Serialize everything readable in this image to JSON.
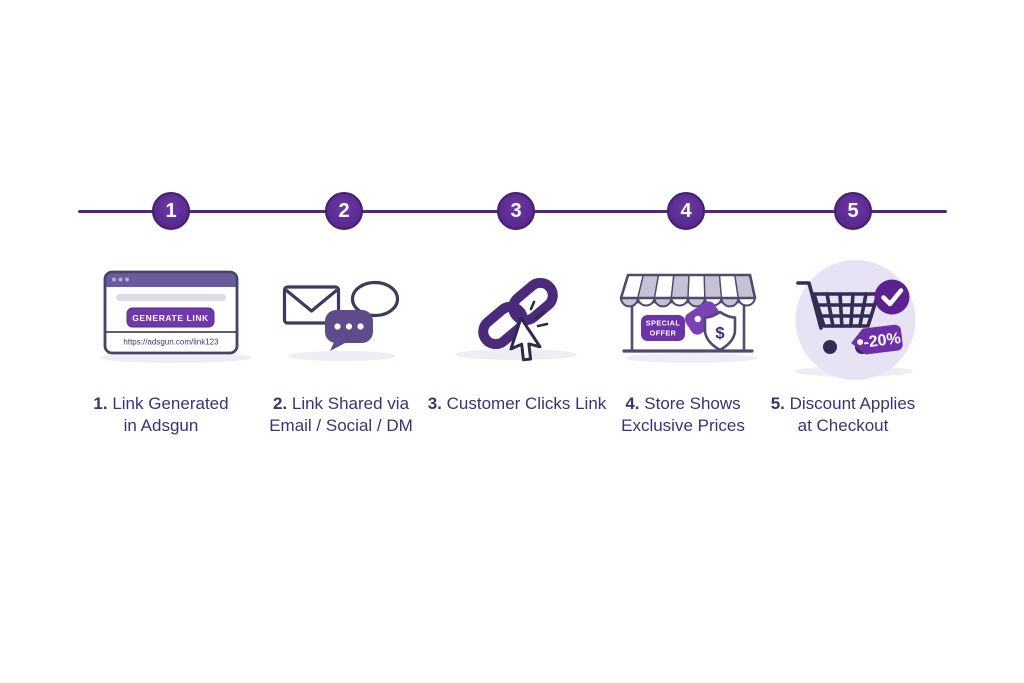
{
  "colors": {
    "background": "#ffffff",
    "timeline_line": "#53277d",
    "circle_fill": "#56288c",
    "circle_number": "#ffffff",
    "label_text": "#3b3276",
    "accent_purple": "#6d32a8",
    "dark_outline": "#3e3a5e",
    "muted_purple": "#5d4b8c",
    "light_lavender": "#e8e3f4",
    "shadow": "#ededf5"
  },
  "steps": [
    {
      "number": "1",
      "num_label": "1.",
      "line1": "Link Generated",
      "line2": "in Adsgun",
      "icon": "browser-generate-link-icon"
    },
    {
      "number": "2",
      "num_label": "2.",
      "line1": "Link Shared via",
      "line2": "Email / Social / DM",
      "icon": "email-chat-icon"
    },
    {
      "number": "3",
      "num_label": "3.",
      "line1": "Customer Clicks Link",
      "line2": "",
      "icon": "link-click-icon"
    },
    {
      "number": "4",
      "num_label": "4.",
      "line1": "Store Shows",
      "line2": "Exclusive Prices",
      "icon": "storefront-icon"
    },
    {
      "number": "5",
      "num_label": "5.",
      "line1": "Discount Applies",
      "line2": "at Checkout",
      "icon": "cart-discount-icon"
    }
  ],
  "browser_icon": {
    "button_label": "GENERATE LINK",
    "url": "https://adsgun.com/link123"
  },
  "store_icon": {
    "badge_line1": "SPECIAL",
    "badge_line2": "OFFER",
    "shield_symbol": "$"
  },
  "cart_icon": {
    "discount_tag": "-20%"
  }
}
